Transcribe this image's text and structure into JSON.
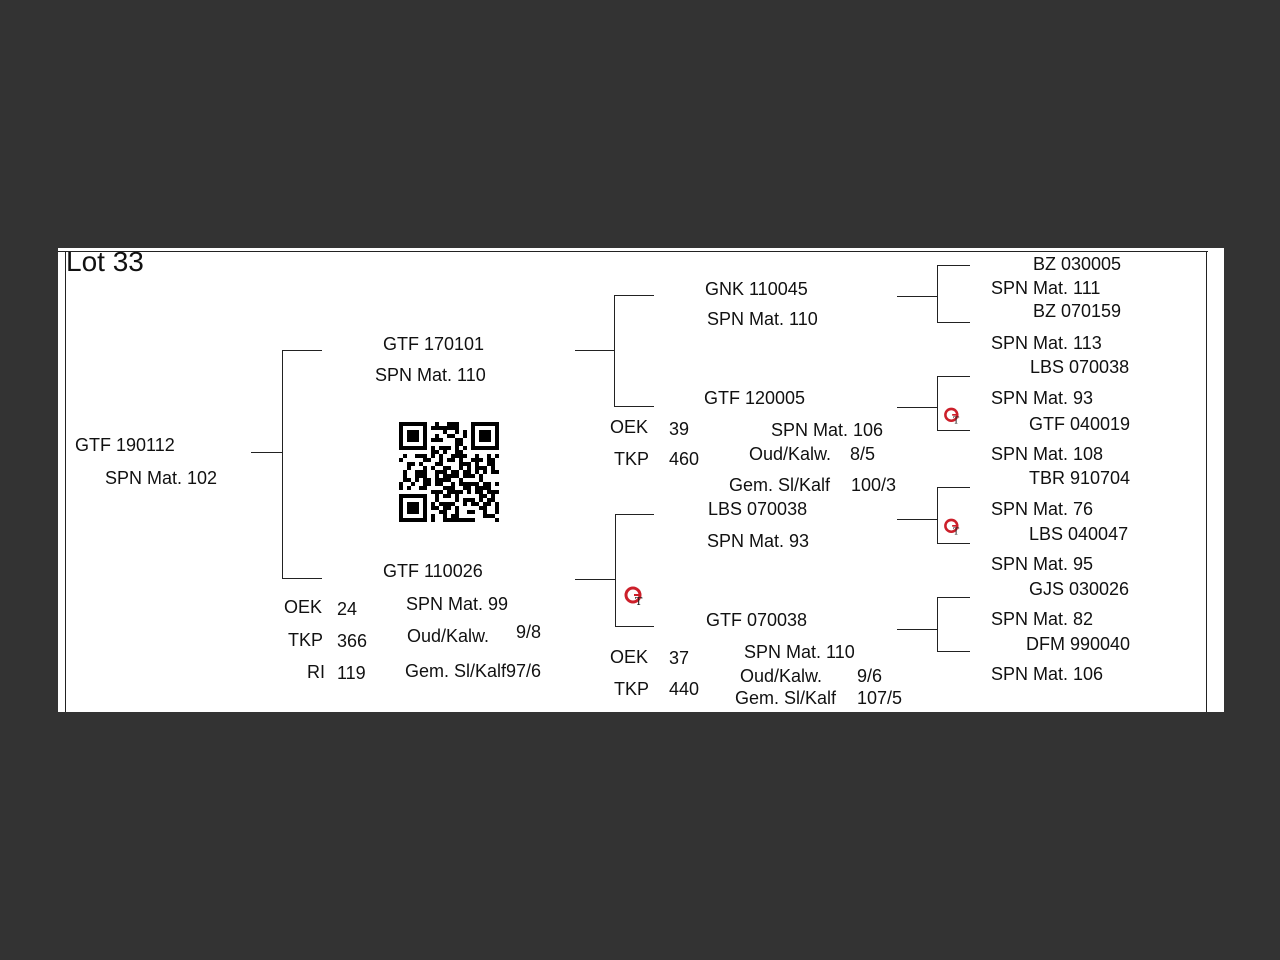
{
  "title": "Lot 33",
  "animal": {
    "id": "GTF 190112",
    "breeder": "SPN Mat. 102"
  },
  "sire": {
    "id": "GTF 170101",
    "breeder": "SPN Mat. 110",
    "oek_label": "OEK",
    "oek": "24",
    "tkp_label": "TKP",
    "tkp": "366",
    "ri_label": "RI",
    "ri": "119"
  },
  "dam": {
    "id": "GTF 110026",
    "breeder": "SPN Mat. 99",
    "oud_label": "Oud/Kalw.",
    "oud": "9/8",
    "gem_label": "Gem. Sl/Kalf97/6"
  },
  "ss": {
    "id": "GNK 110045",
    "breeder": "SPN Mat. 110"
  },
  "sd": {
    "id": "GTF 120005",
    "breeder": "SPN Mat. 106",
    "oek_label": "OEK",
    "oek": "39",
    "tkp_label": "TKP",
    "tkp": "460",
    "oud_label": "Oud/Kalw.",
    "oud": "8/5",
    "gem_label": "Gem. Sl/Kalf",
    "gem": "100/3"
  },
  "ds": {
    "id": "LBS 070038",
    "breeder": "SPN Mat. 93"
  },
  "dd": {
    "id": "GTF 070038",
    "breeder": "SPN Mat. 110",
    "oek_label": "OEK",
    "oek": "37",
    "tkp_label": "TKP",
    "tkp": "440",
    "oud_label": "Oud/Kalw.",
    "oud": "9/6",
    "gem_label": "Gem. Sl/Kalf",
    "gem": "107/5"
  },
  "gen3": [
    {
      "id": "BZ  030005",
      "breeder": "SPN Mat. 111"
    },
    {
      "id": "BZ  070159",
      "breeder": "SPN Mat. 113"
    },
    {
      "id": "LBS 070038",
      "breeder": "SPN Mat. 93"
    },
    {
      "id": "GTF 040019",
      "breeder": "SPN Mat. 108"
    },
    {
      "id": "TBR 910704",
      "breeder": "SPN Mat. 76"
    },
    {
      "id": "LBS 040047",
      "breeder": "SPN Mat. 95"
    },
    {
      "id": "GJS 030026",
      "breeder": "SPN Mat. 82"
    },
    {
      "id": "DFM 990040",
      "breeder": "SPN Mat. 106"
    }
  ],
  "icons": {
    "qr": "qr-code-icon",
    "logo": "gt-logo-icon"
  },
  "colors": {
    "background": "#333333",
    "sheet": "#ffffff",
    "logo_red": "#cc1f2a"
  }
}
